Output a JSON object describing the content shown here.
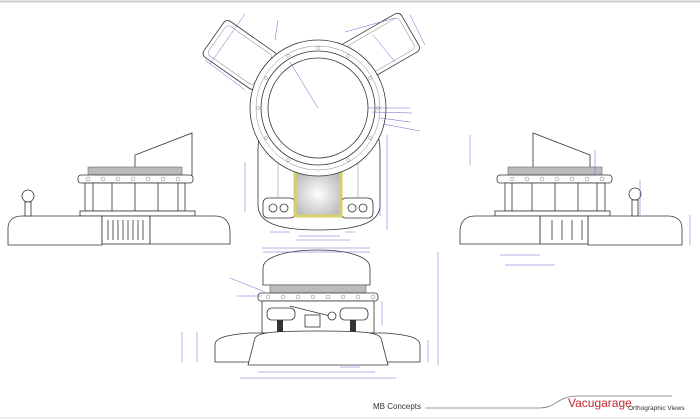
{
  "title_block": {
    "company": "MB Concepts",
    "product": "Vacugarage",
    "subtitle": "Orthographic Views"
  },
  "colors": {
    "line": "#333333",
    "dimension": "#6a64c8",
    "brand": "#c0282d",
    "highlight": "#d8cf6a"
  },
  "views": [
    "top-view",
    "left-side-view",
    "right-side-view",
    "front-view"
  ]
}
